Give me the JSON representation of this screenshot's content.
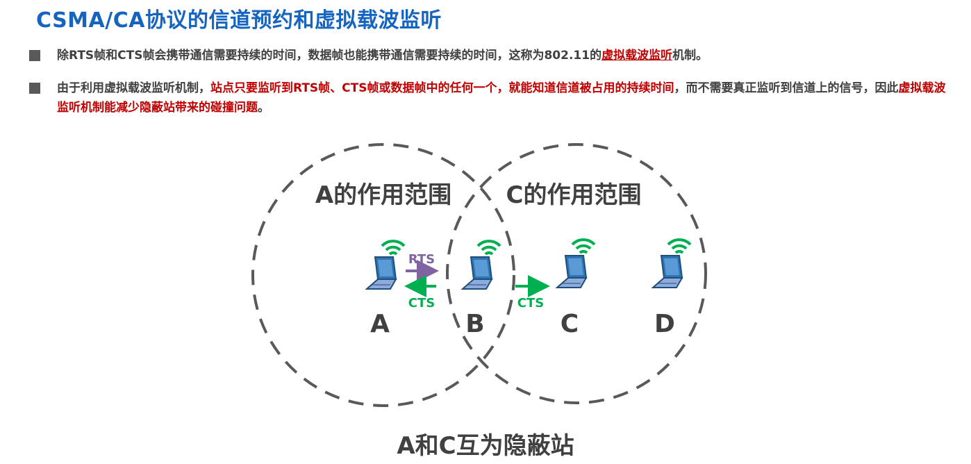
{
  "title": "CSMA/CA协议的信道预约和虚拟载波监听",
  "bullets": [
    {
      "part1": "除RTS帧和CTS帧会携带通信需要持续的时间，数据帧也能携带通信需要持续的时间，这称为802.11的",
      "highlight": "虚拟载波监听",
      "part2": "机制。"
    },
    {
      "part1": "由于利用虚拟载波监听机制，",
      "highlight1": "站点只要监听到RTS帧、CTS帧或数据帧中的任何一个，就能知道信道被占用的持续时间",
      "part2": "，而不需要真正监听到信道上的信号，因此",
      "highlight2": "虚拟载波监听机制能减少隐蔽站带来的碰撞问题",
      "part3": "。"
    }
  ],
  "diagram": {
    "range_a_label": "A的作用范围",
    "range_c_label": "C的作用范围",
    "stations": [
      "A",
      "B",
      "C",
      "D"
    ],
    "rts_label": "RTS",
    "cts_label_left": "CTS",
    "cts_label_right": "CTS",
    "colors": {
      "rts": "#8064a2",
      "cts": "#00b050",
      "wifi": "#00b050",
      "laptop": "#1f4e79",
      "circle": "#595959"
    },
    "icons": [
      "laptop-icon",
      "wifi-icon"
    ]
  },
  "caption": "A和C互为隐蔽站"
}
